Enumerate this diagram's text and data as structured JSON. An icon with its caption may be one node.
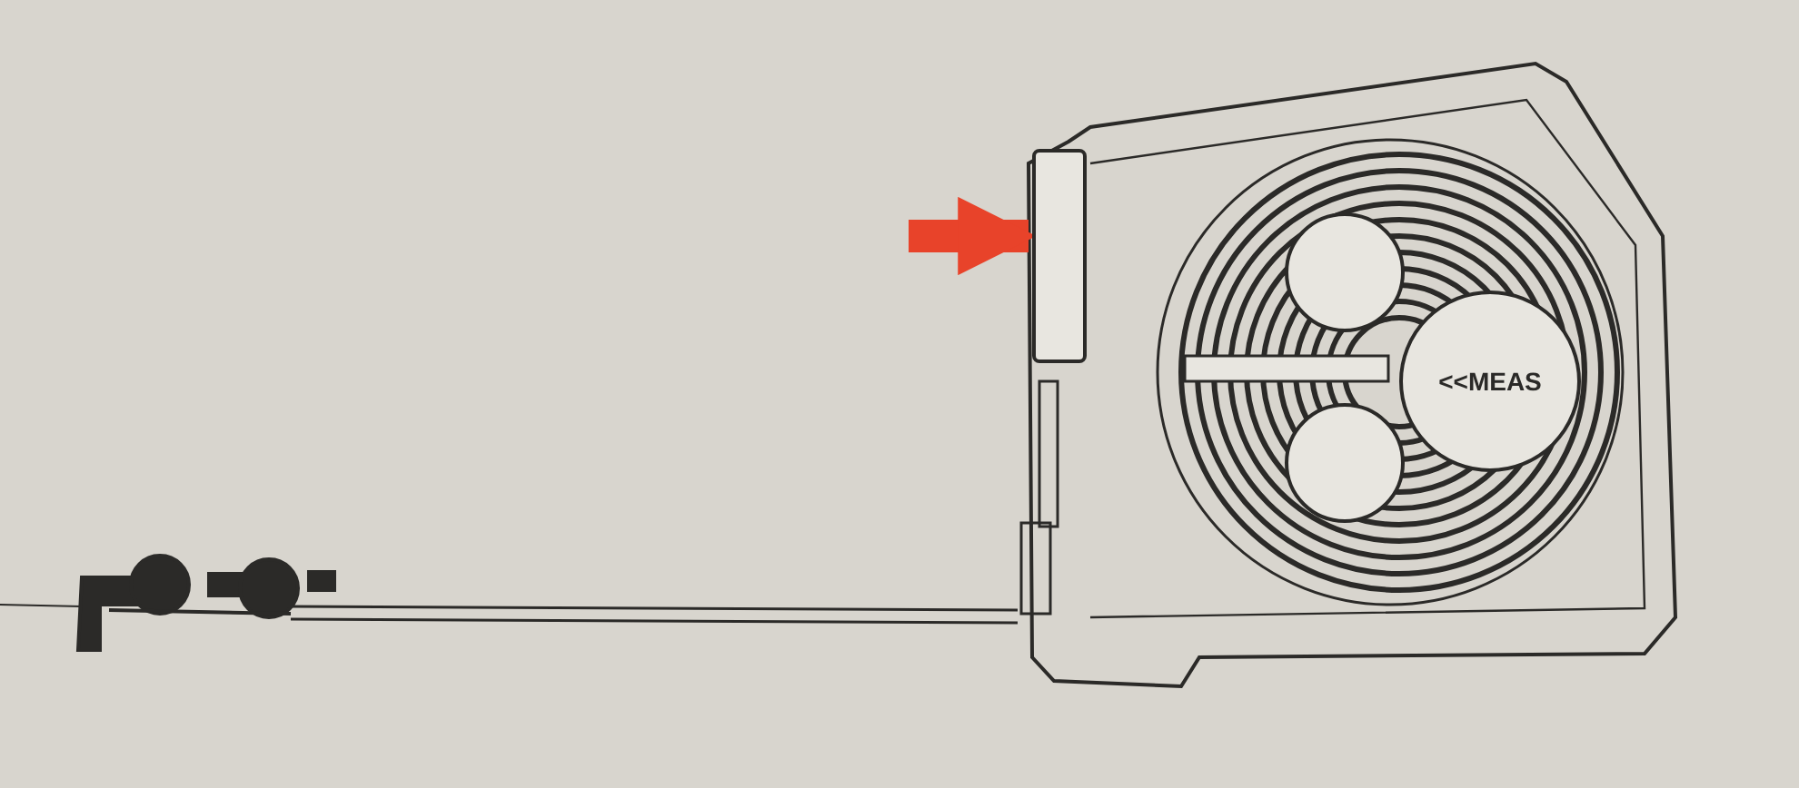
{
  "diagram": {
    "nodes": [
      {
        "text": [],
        "shape": "circle"
      },
      {
        "text": [
          "<<MEAS"
        ]
      },
      {
        "text": [],
        "shape": "circle"
      },
      {
        "text": [],
        "shape": "box"
      }
    ],
    "edges": [
      {
        "from": null,
        "to": 3,
        "arrow": "to",
        "color": "#e8432a"
      }
    ]
  }
}
